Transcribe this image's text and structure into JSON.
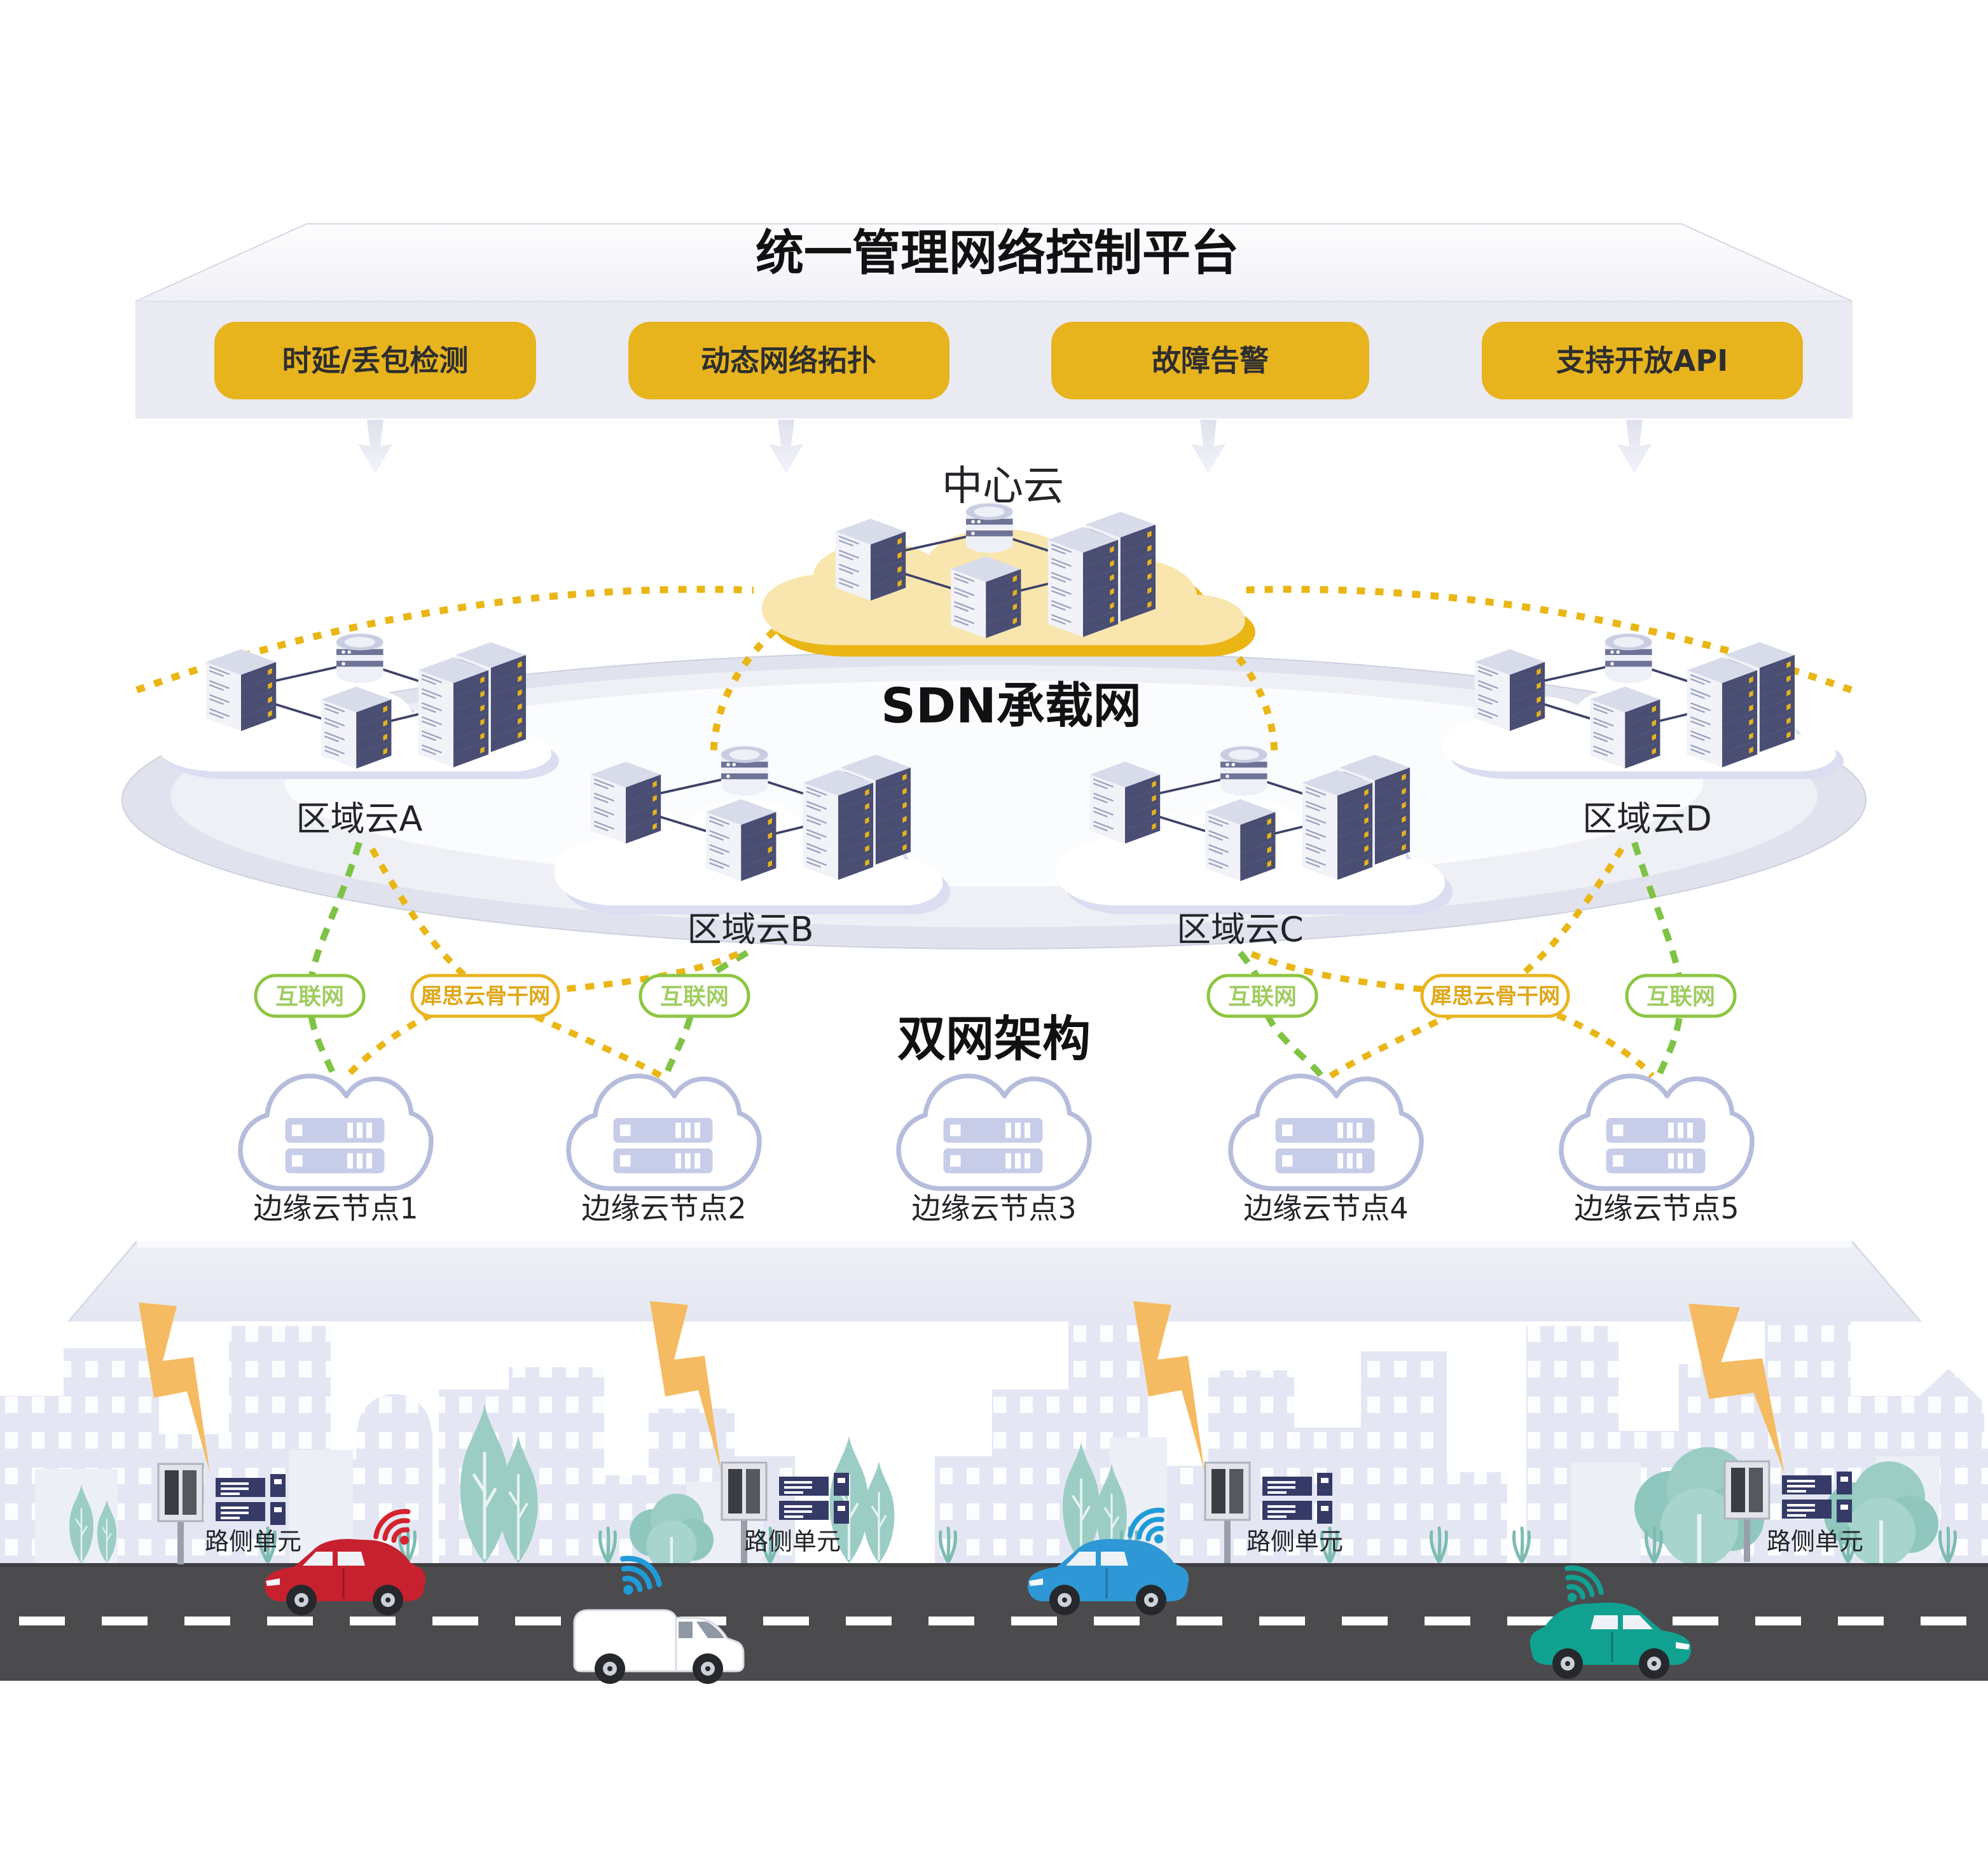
{
  "title": "统一管理网络控制平台",
  "platform": {
    "buttons": [
      "时延/丢包检测",
      "动态网络拓扑",
      "故障告警",
      "支持开放API"
    ]
  },
  "center_cloud": {
    "label": "中心云"
  },
  "sdn": {
    "label": "SDN承载网"
  },
  "regions": [
    "区域云A",
    "区域云B",
    "区域云C",
    "区域云D"
  ],
  "dual_network": {
    "label": "双网架构"
  },
  "links": {
    "internet": "互联网",
    "backbone": "犀思云骨干网"
  },
  "edge_nodes": [
    "边缘云节点1",
    "边缘云节点2",
    "边缘云节点3",
    "边缘云节点4",
    "边缘云节点5"
  ],
  "roadside": {
    "label": "路侧单元"
  },
  "colors": {
    "accent_yellow": "#e7b41e",
    "green": "#8cc63f",
    "navy": "#474b70",
    "cloud_yellow": "#f9e6ae",
    "road": "#4b4b4e"
  }
}
